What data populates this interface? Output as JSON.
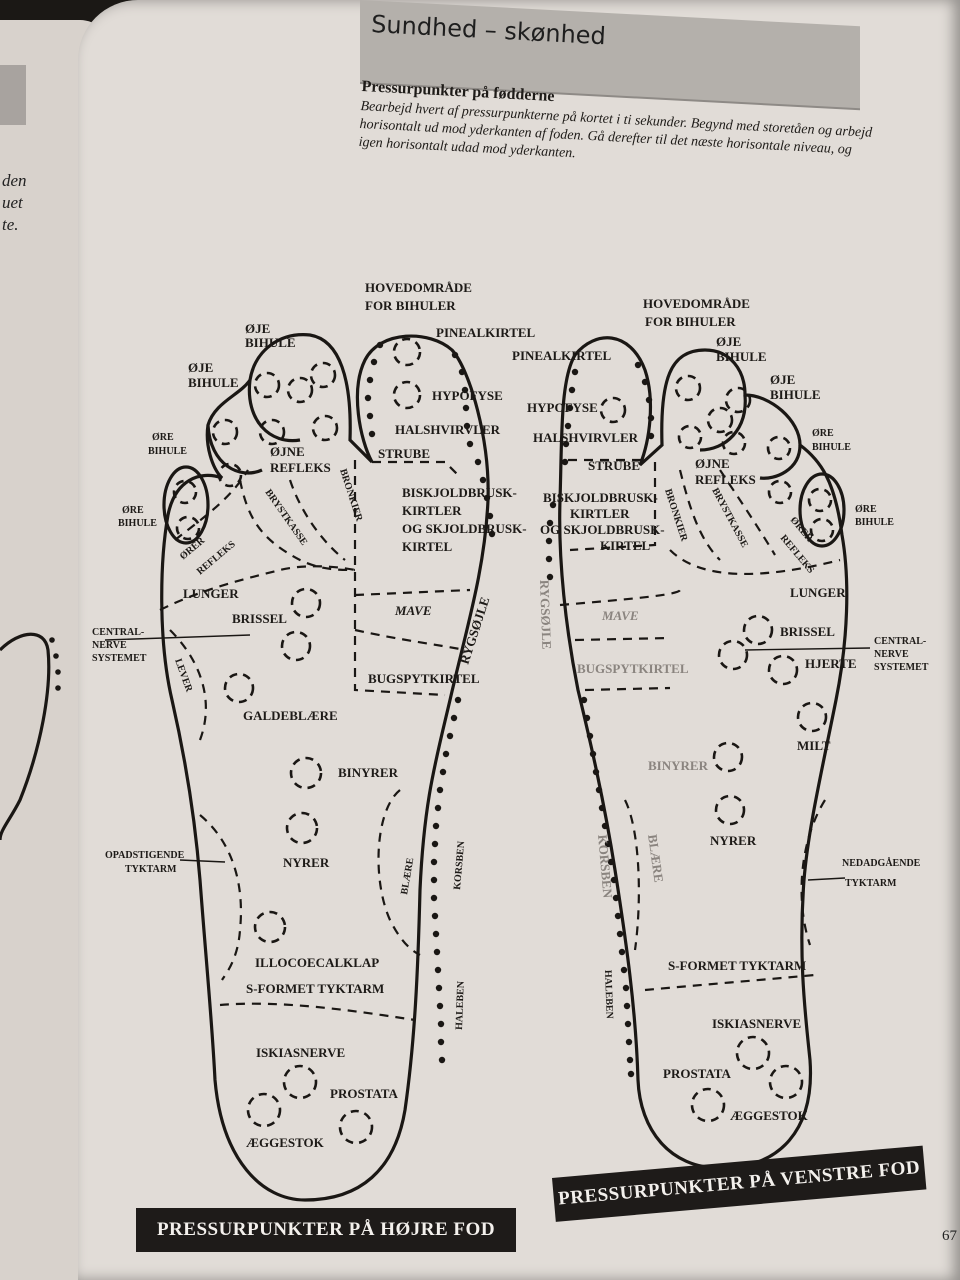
{
  "header": {
    "chapter_title": "Sundhed – skønhed"
  },
  "intro": {
    "title": "Pressurpunkter på fødderne",
    "text": "Bearbejd hvert af pressurpunkterne på kortet i ti sekunder. Begynd med storetåen og arbejd horisontalt ud mod yderkanten af foden. Gå derefter til det næste horisontale niveau, og igen horisontalt udad mod yderkanten."
  },
  "left_page": {
    "text_fragments": [
      "den",
      "uet",
      "te."
    ]
  },
  "right_foot": {
    "banner": "PRESSURPUNKTER PÅ HØJRE FOD",
    "labels": {
      "hoved_1": "HOVEDOMRÅDE",
      "hoved_2": "FOR BIHULER",
      "pineal": "PINEALKIRTEL",
      "oje_1": "ØJE",
      "oje_2": "BIHULE",
      "oje2_1": "ØJE",
      "oje2_2": "BIHULE",
      "ore_1": "ØRE",
      "ore_2": "BIHULE",
      "ore2_1": "ØRE",
      "ore2_2": "BIHULE",
      "hypofyse": "HYPOFYSE",
      "halshvirvler": "HALSHVIRVLER",
      "ojne_1": "ØJNE",
      "ojne_2": "REFLEKS",
      "strube": "STRUBE",
      "bisk_1": "BISKJOLDBRUSK-",
      "bisk_2": "KIRTLER",
      "bisk_3": "OG SKJOLDBRUSK-",
      "bisk_4": "KIRTEL",
      "bronkier": "BRONKIER",
      "brystkasse": "BRYSTKASSE",
      "orer_1": "ØRER",
      "orer_2": "REFLEKS",
      "lunger": "LUNGER",
      "brissel": "BRISSEL",
      "mave": "MAVE",
      "central_1": "CENTRAL-",
      "central_2": "NERVE",
      "central_3": "SYSTEMET",
      "rygsojle": "RYGSØJLE",
      "bugspyt": "BUGSPYTKIRTEL",
      "lever": "LEVER",
      "galde": "GALDEBLÆRE",
      "binyrer": "BINYRER",
      "nyrer": "NYRER",
      "opad_1": "OPADSTIGENDE",
      "opad_2": "TYKTARM",
      "blaere": "BLÆRE",
      "korsben": "KORSBEN",
      "illo": "ILLOCOECALKLAP",
      "sformet": "S-FORMET TYKTARM",
      "haleben": "HALEBEN",
      "iskias": "ISKIASNERVE",
      "prostata": "PROSTATA",
      "aeggestok": "ÆGGESTOK"
    }
  },
  "left_foot": {
    "banner": "PRESSURPUNKTER PÅ VENSTRE FOD",
    "labels": {
      "hoved_1": "HOVEDOMRÅDE",
      "hoved_2": "FOR BIHULER",
      "pineal": "PINEALKIRTEL",
      "oje_1": "ØJE",
      "oje_2": "BIHULE",
      "oje2_1": "ØJE",
      "oje2_2": "BIHULE",
      "ore_1": "ØRE",
      "ore_2": "BIHULE",
      "ore2_1": "ØRE",
      "ore2_2": "BIHULE",
      "hypofyse": "HYPOFYSE",
      "halshvirvler": "HALSHVIRVLER",
      "ojne_1": "ØJNE",
      "ojne_2": "REFLEKS",
      "strube": "STRUBE",
      "bisk_1": "BISKJOLDBRUSK-",
      "bisk_2": "KIRTLER",
      "bisk_3": "OG SKJOLDBRUSK-",
      "bisk_4": "KIRTEL",
      "bronkier": "BRONKIER",
      "brystkasse": "BRYSTKASSE",
      "orer_1": "ØRER",
      "orer_2": "REFLEKS",
      "lunger": "LUNGER",
      "mave": "MAVE",
      "brissel": "BRISSEL",
      "central_1": "CENTRAL-",
      "central_2": "NERVE",
      "central_3": "SYSTEMET",
      "hjerte": "HJERTE",
      "rygsojle": "RYGSØJLE",
      "bugspyt": "BUGSPYTKIRTEL",
      "milt": "MILT",
      "binyrer": "BINYRER",
      "nyrer": "NYRER",
      "nedad_1": "NEDADGÅENDE",
      "nedad_2": "TYKTARM",
      "blaere": "BLÆRE",
      "korsben": "KORSBEN",
      "sformet": "S-FORMET TYKTARM",
      "haleben": "HALEBEN",
      "iskias": "ISKIASNERVE",
      "prostata": "PROSTATA",
      "aeggestok": "ÆGGESTOK"
    }
  },
  "page_number": "67"
}
